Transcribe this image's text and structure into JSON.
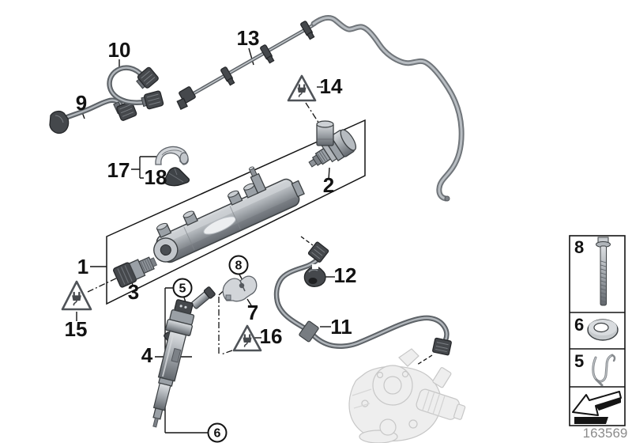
{
  "diagram": {
    "drawing_number": "163569",
    "callouts": {
      "1": "1",
      "2": "2",
      "3": "3",
      "4": "4",
      "7": "7",
      "9": "9",
      "10": "10",
      "11": "11",
      "12": "12",
      "13": "13",
      "14": "14",
      "15": "15",
      "16": "16",
      "17": "17",
      "18": "18"
    },
    "circled_callouts": {
      "5": "5",
      "6": "6",
      "8": "8"
    },
    "warning_icon": "electrical-plug-warning",
    "sidebar": {
      "items": [
        {
          "label": "8",
          "icon": "bolt-icon"
        },
        {
          "label": "6",
          "icon": "washer-icon"
        },
        {
          "label": "5",
          "icon": "retaining-clip-icon"
        },
        {
          "label": "",
          "icon": "direction-arrow-icon"
        }
      ]
    }
  }
}
